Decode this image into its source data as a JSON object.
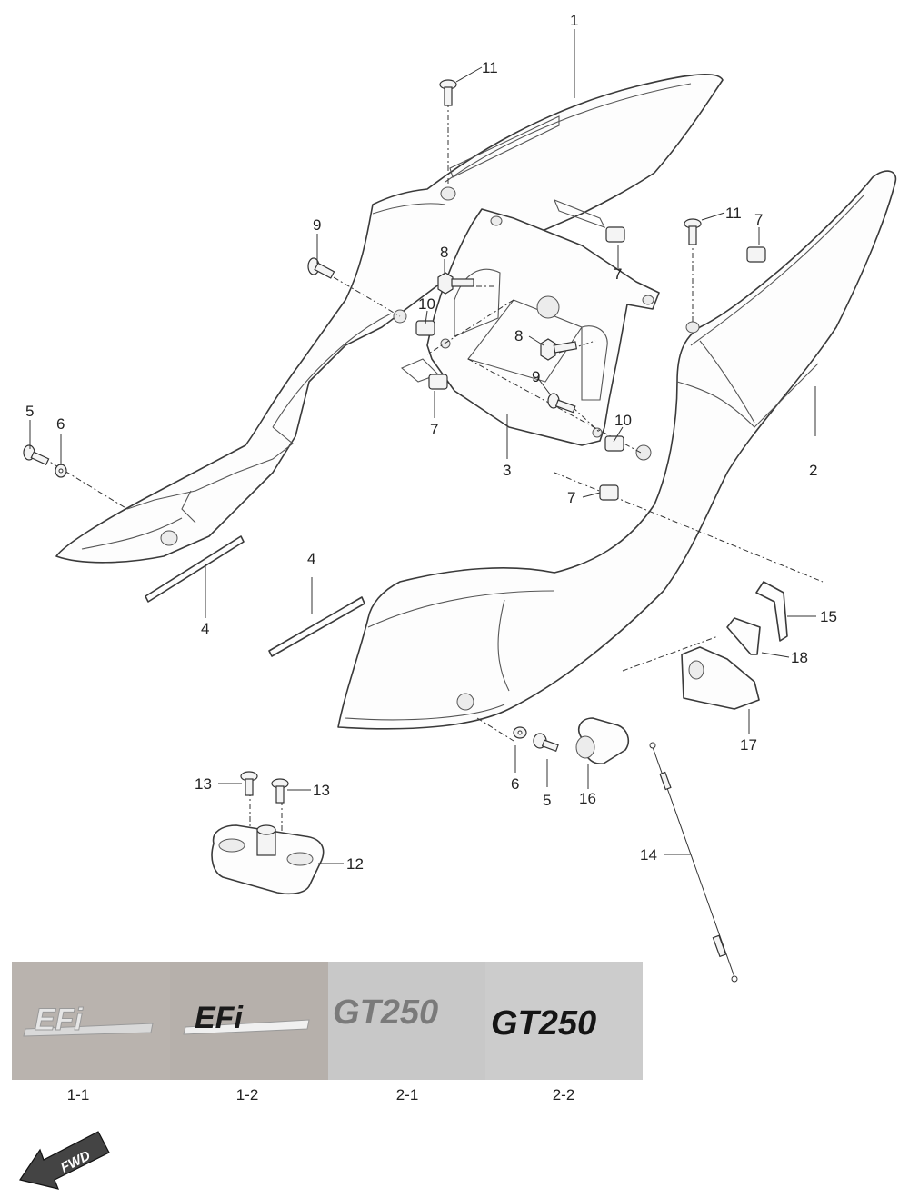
{
  "diagram": {
    "callouts": [
      {
        "id": "c1",
        "label": "1"
      },
      {
        "id": "c2",
        "label": "2"
      },
      {
        "id": "c3",
        "label": "3"
      },
      {
        "id": "c4a",
        "label": "4"
      },
      {
        "id": "c4b",
        "label": "4"
      },
      {
        "id": "c5a",
        "label": "5"
      },
      {
        "id": "c5b",
        "label": "5"
      },
      {
        "id": "c6a",
        "label": "6"
      },
      {
        "id": "c6b",
        "label": "6"
      },
      {
        "id": "c7a",
        "label": "7"
      },
      {
        "id": "c7b",
        "label": "7"
      },
      {
        "id": "c7c",
        "label": "7"
      },
      {
        "id": "c7d",
        "label": "7"
      },
      {
        "id": "c8a",
        "label": "8"
      },
      {
        "id": "c8b",
        "label": "8"
      },
      {
        "id": "c9a",
        "label": "9"
      },
      {
        "id": "c9b",
        "label": "9"
      },
      {
        "id": "c10a",
        "label": "10"
      },
      {
        "id": "c10b",
        "label": "10"
      },
      {
        "id": "c11a",
        "label": "11"
      },
      {
        "id": "c11b",
        "label": "11"
      },
      {
        "id": "c12",
        "label": "12"
      },
      {
        "id": "c13a",
        "label": "13"
      },
      {
        "id": "c13b",
        "label": "13"
      },
      {
        "id": "c14",
        "label": "14"
      },
      {
        "id": "c15",
        "label": "15"
      },
      {
        "id": "c16",
        "label": "16"
      },
      {
        "id": "c17",
        "label": "17"
      },
      {
        "id": "c18",
        "label": "18"
      }
    ],
    "emblems": [
      {
        "caption": "1-1",
        "logo_text": "EFi",
        "bg": "#b9b3ae",
        "text_color": "#e6e6e6"
      },
      {
        "caption": "1-2",
        "logo_text": "EFi",
        "bg": "#b6b0ab",
        "text_color": "#1a1a1a"
      },
      {
        "caption": "2-1",
        "logo_text": "GT250",
        "bg": "#c8c8c8",
        "text_color": "#7a7a7a"
      },
      {
        "caption": "2-2",
        "logo_text": "GT250",
        "bg": "#cccccc",
        "text_color": "#151515"
      }
    ],
    "direction_label": "FWD"
  }
}
